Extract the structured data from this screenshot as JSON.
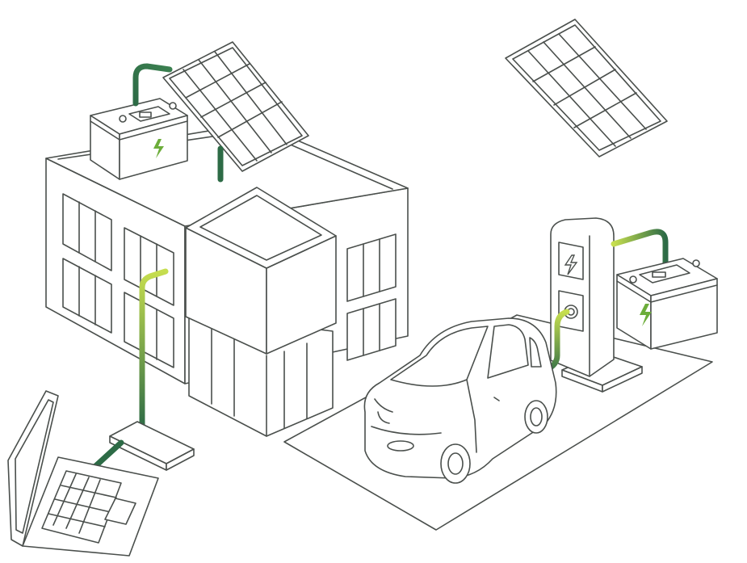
{
  "colors": {
    "outline": "#4a4f4c",
    "cable_dark": "#2d6b46",
    "cable_light": "#c6de4f",
    "bolt": "#6cad3a",
    "background": "#ffffff"
  },
  "icons": [
    "building",
    "solar-panel",
    "battery",
    "charging-station",
    "electric-car",
    "laptop",
    "wireless-charging-pad",
    "lightning-bolt-icon"
  ]
}
